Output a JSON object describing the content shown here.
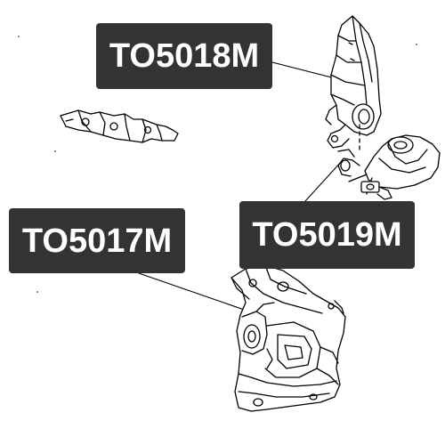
{
  "labels": {
    "top": "TO5018M",
    "left": "TO5017M",
    "right": "TO5019M"
  },
  "colors": {
    "label_background": "#333333",
    "label_text": "#ffffff",
    "line_art": "#000000",
    "background": "#ffffff"
  },
  "parts": {
    "upper_right_mount": "bracket-mount-drawing",
    "middle_right_mount": "rear-torque-mount-drawing",
    "left_bracket": "floating-bracket-drawing",
    "lower_mount": "transmission-mount-drawing"
  }
}
